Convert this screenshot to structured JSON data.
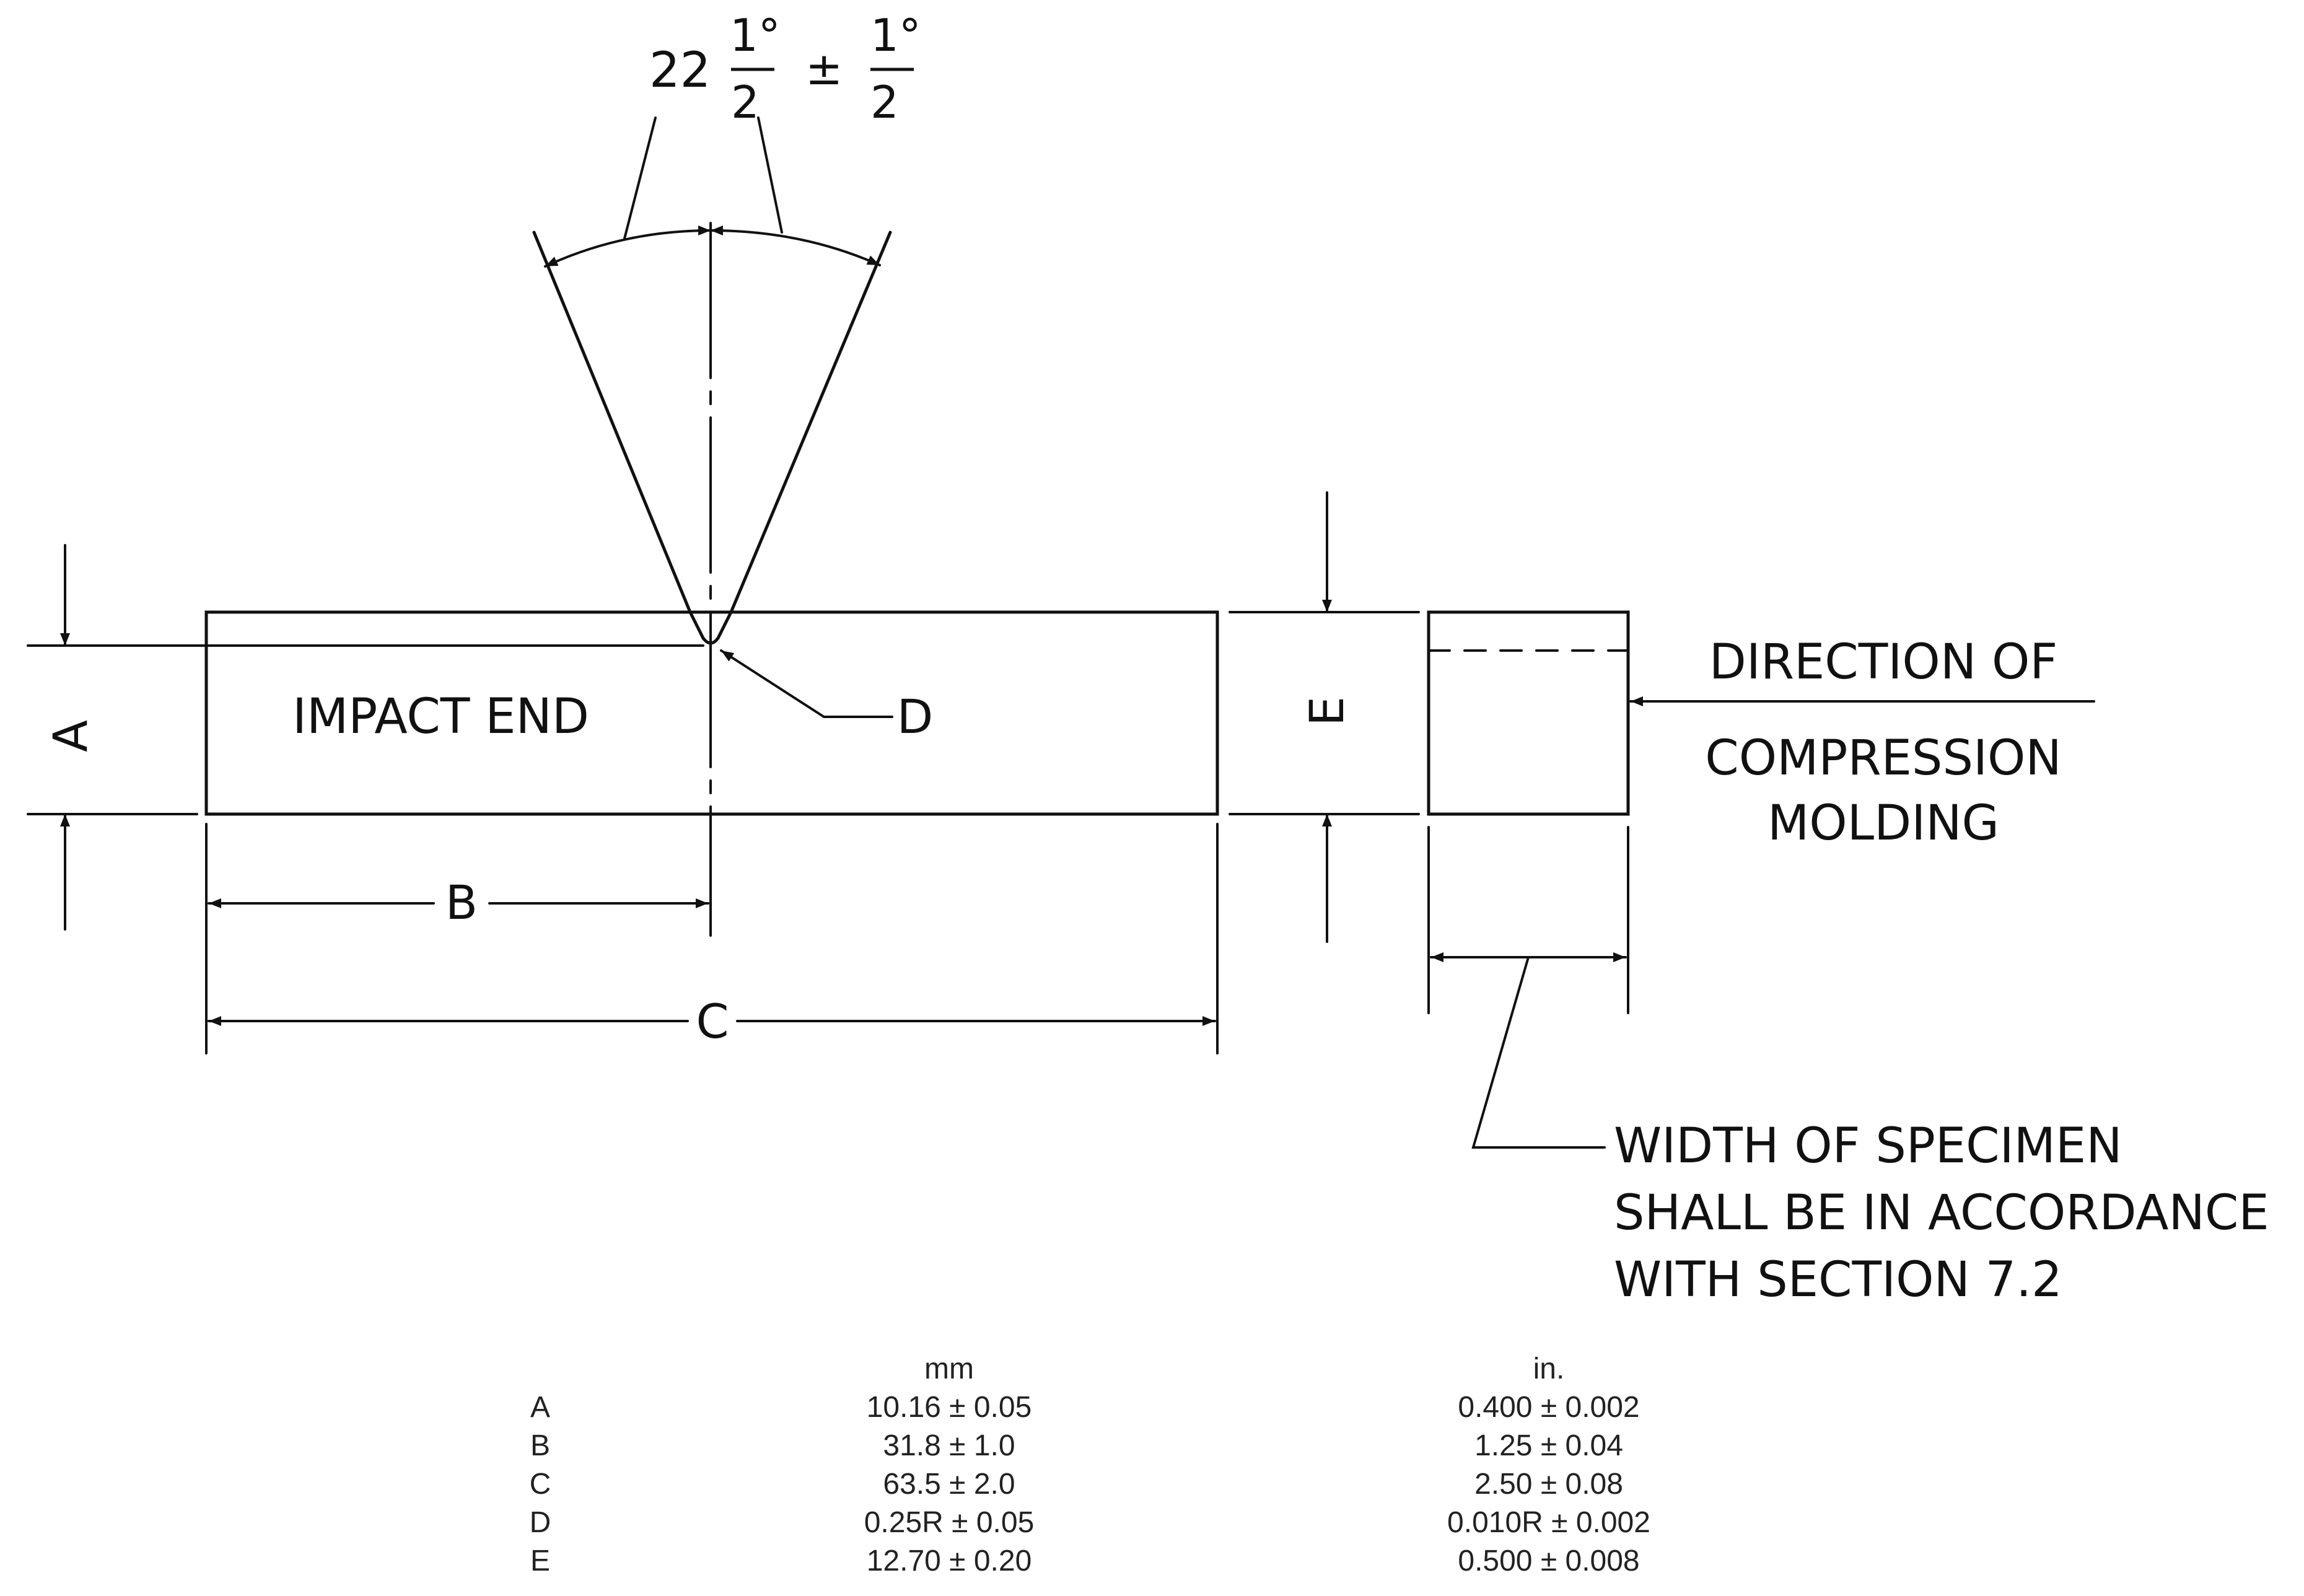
{
  "angle_label": {
    "whole": "22",
    "frac_num": "1°",
    "frac_den": "2",
    "plusminus": "±",
    "tol_num": "1°",
    "tol_den": "2"
  },
  "labels": {
    "impact_end": "IMPACT END",
    "a": "A",
    "b": "B",
    "c": "C",
    "d": "D",
    "e": "E"
  },
  "notes": {
    "direction": [
      "DIRECTION OF",
      "COMPRESSION",
      "MOLDING"
    ],
    "width": [
      "WIDTH OF SPECIMEN",
      "SHALL BE IN ACCORDANCE",
      "WITH SECTION 7.2"
    ]
  },
  "table": {
    "headers": [
      "",
      "mm",
      "in."
    ],
    "rows": [
      [
        "A",
        "10.16 ± 0.05",
        "0.400 ± 0.002"
      ],
      [
        "B",
        "31.8 ± 1.0",
        "1.25 ± 0.04"
      ],
      [
        "C",
        "63.5 ± 2.0",
        "2.50 ± 0.08"
      ],
      [
        "D",
        "0.25R ± 0.05",
        "0.010R ± 0.002"
      ],
      [
        "E",
        "12.70 ± 0.20",
        "0.500 ± 0.008"
      ]
    ]
  },
  "colors": {
    "line": "#111111",
    "text": "#111111"
  }
}
